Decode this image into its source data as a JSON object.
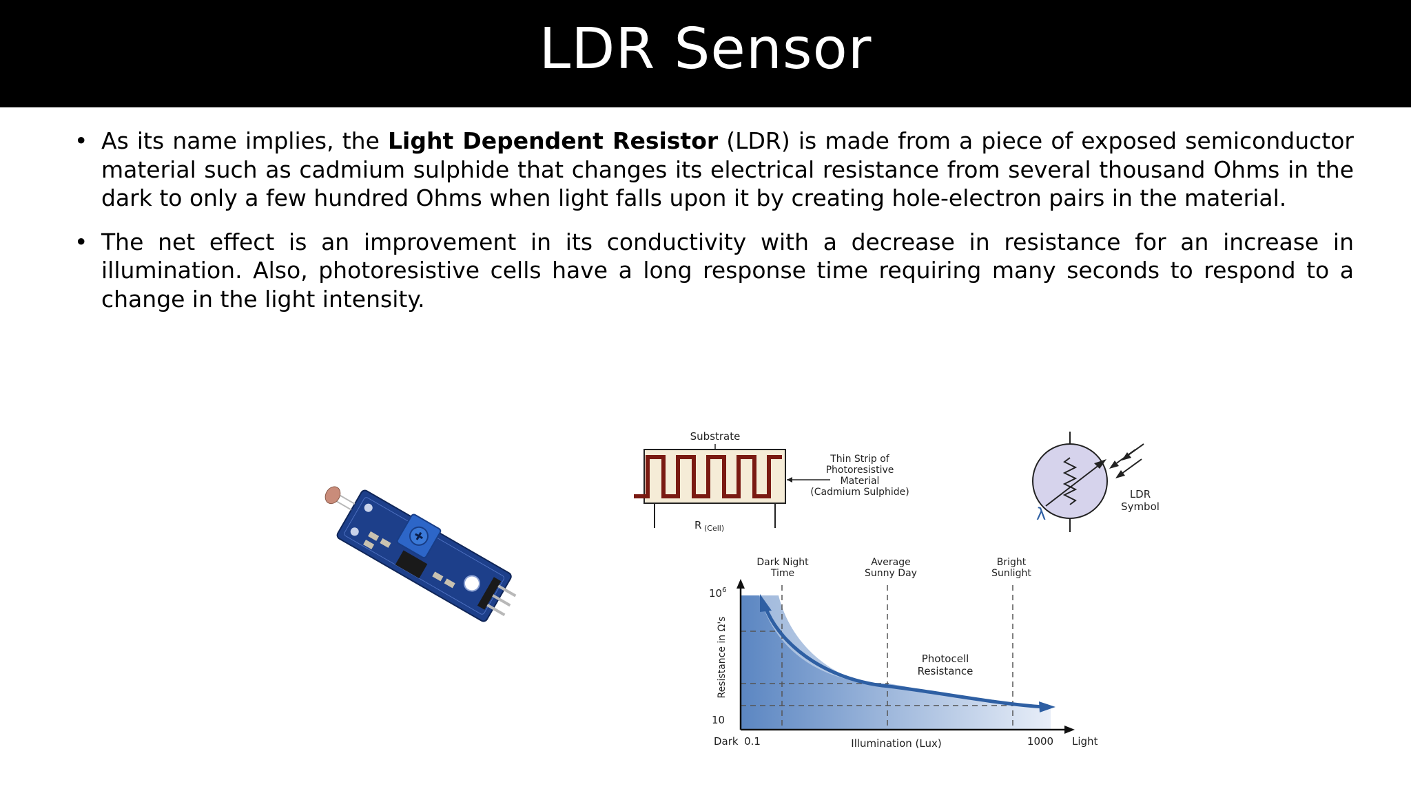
{
  "slide": {
    "title": "LDR Sensor"
  },
  "bullets": [
    {
      "pre": "As its name implies, the ",
      "bold": "Light Dependent Resistor",
      "post": " (LDR) is made from a piece of exposed semiconductor material such as cadmium sulphide that changes its electrical resistance from several thousand Ohms in the dark to only a few hundred Ohms when light falls upon it by creating hole-electron pairs in the material."
    },
    {
      "pre": "The net effect is an improvement in its conductivity with a decrease in resistance for an increase in illumination. Also, photoresistive cells have a long response time requiring many seconds to respond to a change in the light intensity.",
      "bold": "",
      "post": ""
    }
  ],
  "cell_diagram": {
    "substrate": "Substrate",
    "strip": [
      "Thin Strip of",
      "Photoresistive",
      "Material",
      "(Cadmium Sulphide)"
    ],
    "r_label": "R",
    "r_sub": "(Cell)"
  },
  "symbol": {
    "lambda": "λ",
    "label": [
      "LDR",
      "Symbol"
    ]
  },
  "graph": {
    "markers": [
      {
        "lines": [
          "Dark Night",
          "Time"
        ]
      },
      {
        "lines": [
          "Average",
          "Sunny Day"
        ]
      },
      {
        "lines": [
          "Bright",
          "Sunlight"
        ]
      }
    ],
    "y_top_base": "10",
    "y_top_exp": "6",
    "y_bottom": "10",
    "y_axis_label": "Resistance in Ω's",
    "curve_label": [
      "Photocell",
      "Resistance"
    ],
    "x_dark": "Dark",
    "x_01": "0.1",
    "x_label": "Illumination (Lux)",
    "x_1000": "1000",
    "x_light": "Light"
  },
  "colors": {
    "title_bg": "#000000",
    "curve": "#2e5fa3",
    "resistor": "#7a1a12",
    "strip_fill": "#f5ecd7",
    "symbol_fill": "#d6d3ec"
  }
}
